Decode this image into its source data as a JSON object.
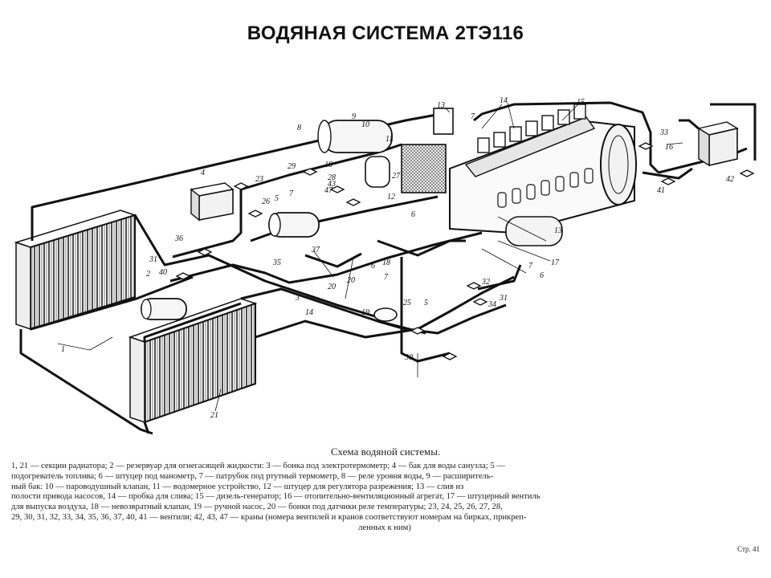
{
  "title": "ВОДЯНАЯ СИСТЕМА 2ТЭ116",
  "caption": "Схема водяной системы.",
  "legend_lines": [
    "1, 21 — секции радиатора; 2 — резервуар для огнегасящей жидкости: 3 — бонка под электротермометр; 4 — бак для воды санузла; 5 —",
    "подогреватель топлива; 6 — штуцер под манометр, 7 — патрубок под ртутный термометр, 8 — реле уровня воды, 9 — расширитель-",
    "ный бак: 10 — пароводушный клапан, 11 — водомерное устройство, 12 — штуцер для регулятора разрежения; 13 — слив из",
    "полости привода насосов, 14 — пробка для слива; 15 — дизель-генератор; 16 — отопительно-вентиляционный агрегат, 17 — штуцерный вентиль",
    "для выпуска воздуха, 18 — невозвратный клапан, 19 — ручной насос, 20 — бонки под датчики реле температуры; 23, 24, 25, 26, 27, 28,",
    "29, 30, 31, 32, 33, 34, 35, 36, 37, 40, 41 — вентили; 42, 43, 47 — краны (номера вентилей и кранов соответствуют номерам на бирках, прикреп-",
    "ленных к ним)"
  ],
  "page_number": "Стр. 41",
  "callouts": {
    "c1": "1",
    "c2": "2",
    "c3": "3",
    "c4": "4",
    "c5a": "5",
    "c5b": "5",
    "c6a": "6",
    "c6b": "6",
    "c6c": "6",
    "c7a": "7",
    "c7b": "7",
    "c7c": "7",
    "c7d": "7",
    "c8": "8",
    "c9": "9",
    "c10": "10",
    "c11": "11",
    "c12": "12",
    "c13a": "13",
    "c13b": "13",
    "c14a": "14",
    "c14b": "14",
    "c15": "15",
    "c16": "16",
    "c17": "17",
    "c18a": "18",
    "c18b": "18",
    "c19": "19",
    "c20a": "20",
    "c20b": "20",
    "c21": "21",
    "c23": "23",
    "c25": "25",
    "c26": "26",
    "c27": "27",
    "c28": "28",
    "c29": "29",
    "c30": "30",
    "c31a": "31",
    "c31b": "31",
    "c32": "32",
    "c33": "33",
    "c34": "34",
    "c35": "35",
    "c36": "36",
    "c37": "37",
    "c40": "40",
    "c41": "41",
    "c42": "42",
    "c43": "43",
    "c47": "47"
  }
}
